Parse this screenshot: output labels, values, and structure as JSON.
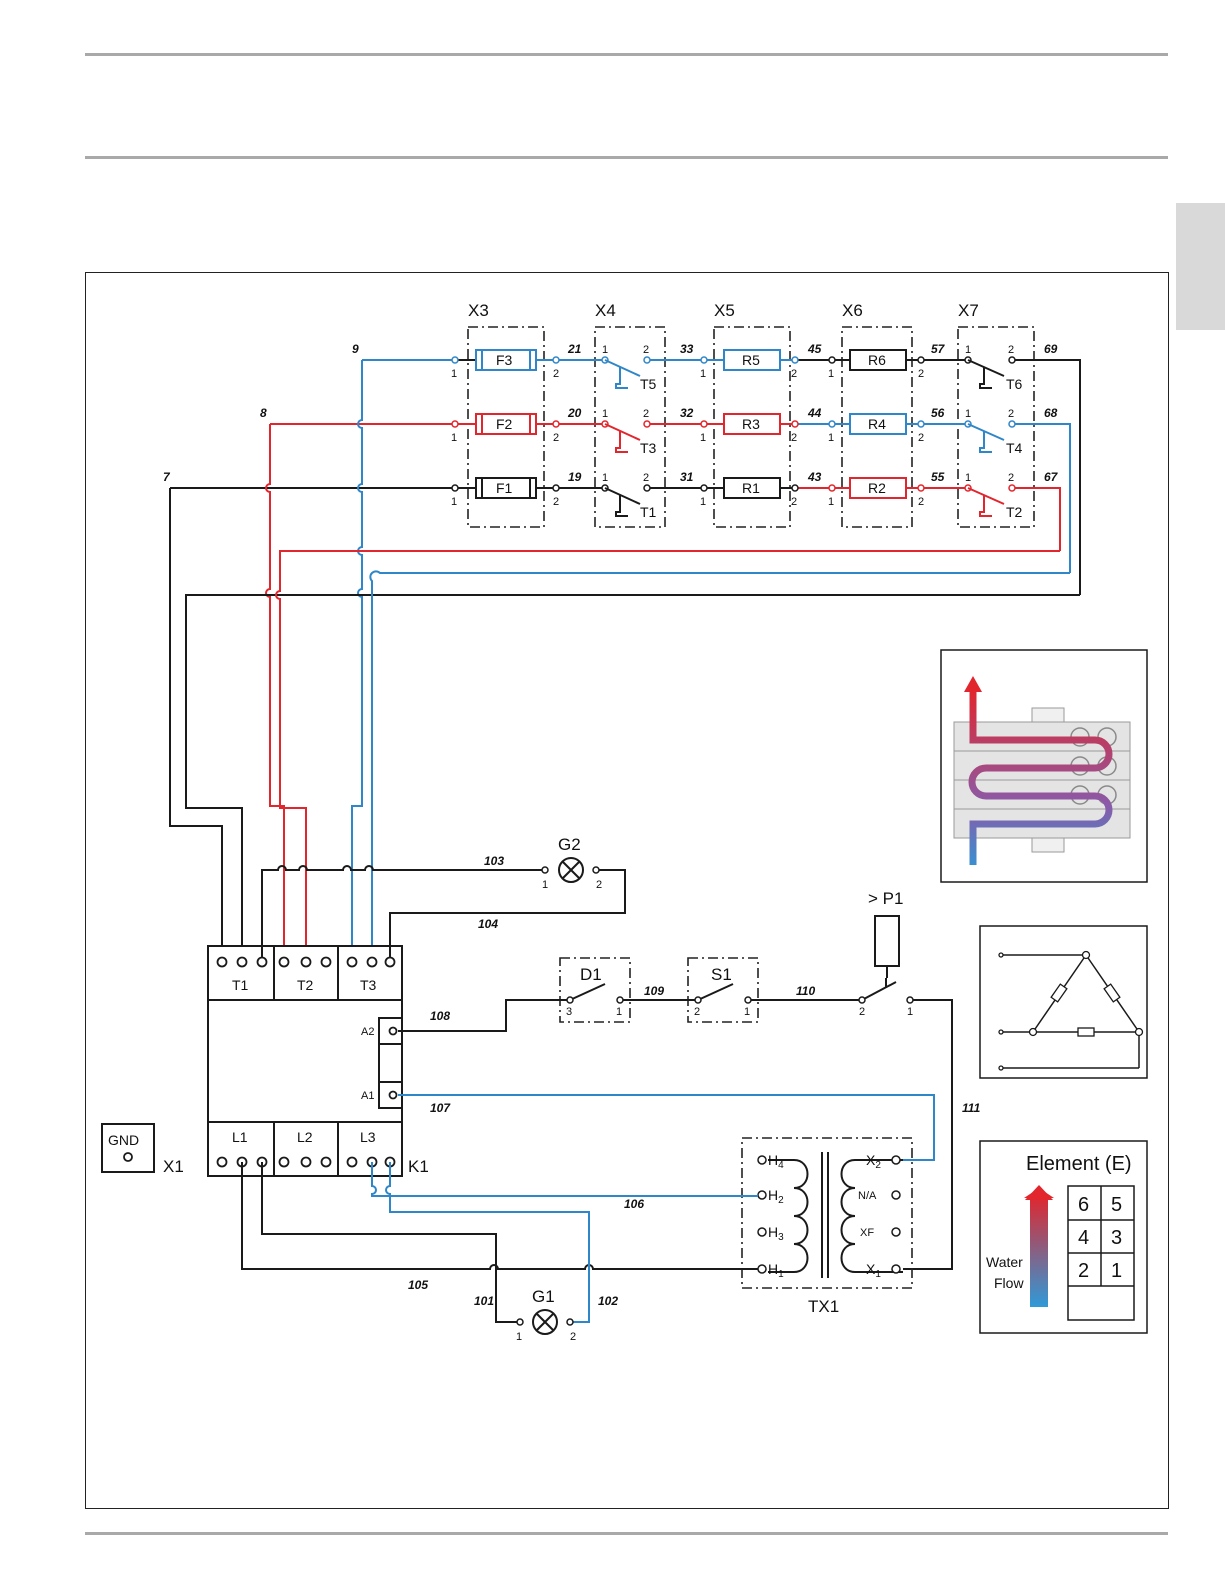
{
  "colors": {
    "black_wire": "#1a1a1a",
    "red_wire": "#e1262d",
    "blue_wire": "#2f86c8",
    "rule": "#a9a9a9",
    "tab": "#d9d9d9"
  },
  "groups": {
    "x3": "X3",
    "x4": "X4",
    "x5": "X5",
    "x6": "X6",
    "x7": "X7"
  },
  "fuses": {
    "f1": "F1",
    "f2": "F2",
    "f3": "F3"
  },
  "resistors": {
    "r1": "R1",
    "r2": "R2",
    "r3": "R3",
    "r4": "R4",
    "r5": "R5",
    "r6": "R6"
  },
  "thermostats": {
    "t1": "T1",
    "t2": "T2",
    "t3": "T3",
    "t4": "T4",
    "t5": "T5",
    "t6": "T6"
  },
  "wires": {
    "w7": "7",
    "w8": "8",
    "w9": "9",
    "w19": "19",
    "w20": "20",
    "w21": "21",
    "w31": "31",
    "w32": "32",
    "w33": "33",
    "w43": "43",
    "w44": "44",
    "w45": "45",
    "w55": "55",
    "w56": "56",
    "w57": "57",
    "w67": "67",
    "w68": "68",
    "w69": "69",
    "w101": "101",
    "w102": "102",
    "w103": "103",
    "w104": "104",
    "w105": "105",
    "w106": "106",
    "w107": "107",
    "w108": "108",
    "w109": "109",
    "w110": "110",
    "w111": "111"
  },
  "pins": {
    "one": "1",
    "two": "2",
    "three": "3"
  },
  "contactor": {
    "name": "K1",
    "t1": "T1",
    "t2": "T2",
    "t3": "T3",
    "l1": "L1",
    "l2": "L2",
    "l3": "L3",
    "a1": "A1",
    "a2": "A2"
  },
  "ground": {
    "label": "GND",
    "terminal": "X1"
  },
  "lamps": {
    "g1": "G1",
    "g2": "G2"
  },
  "switches": {
    "d1": "D1",
    "s1": "S1",
    "p1": "> P1"
  },
  "transformer": {
    "name": "TX1",
    "h1": "H",
    "h2": "H",
    "h3": "H",
    "h4": "H",
    "h1_sub": "1",
    "h2_sub": "2",
    "h3_sub": "3",
    "h4_sub": "4",
    "x1": "X",
    "x1_sub": "1",
    "x2": "X",
    "x2_sub": "2",
    "na": "N/A",
    "xf": "XF"
  },
  "legend": {
    "title": "Element (E)",
    "flow_line1": "Water",
    "flow_line2": "Flow",
    "cells": [
      "6",
      "5",
      "4",
      "3",
      "2",
      "1"
    ]
  }
}
